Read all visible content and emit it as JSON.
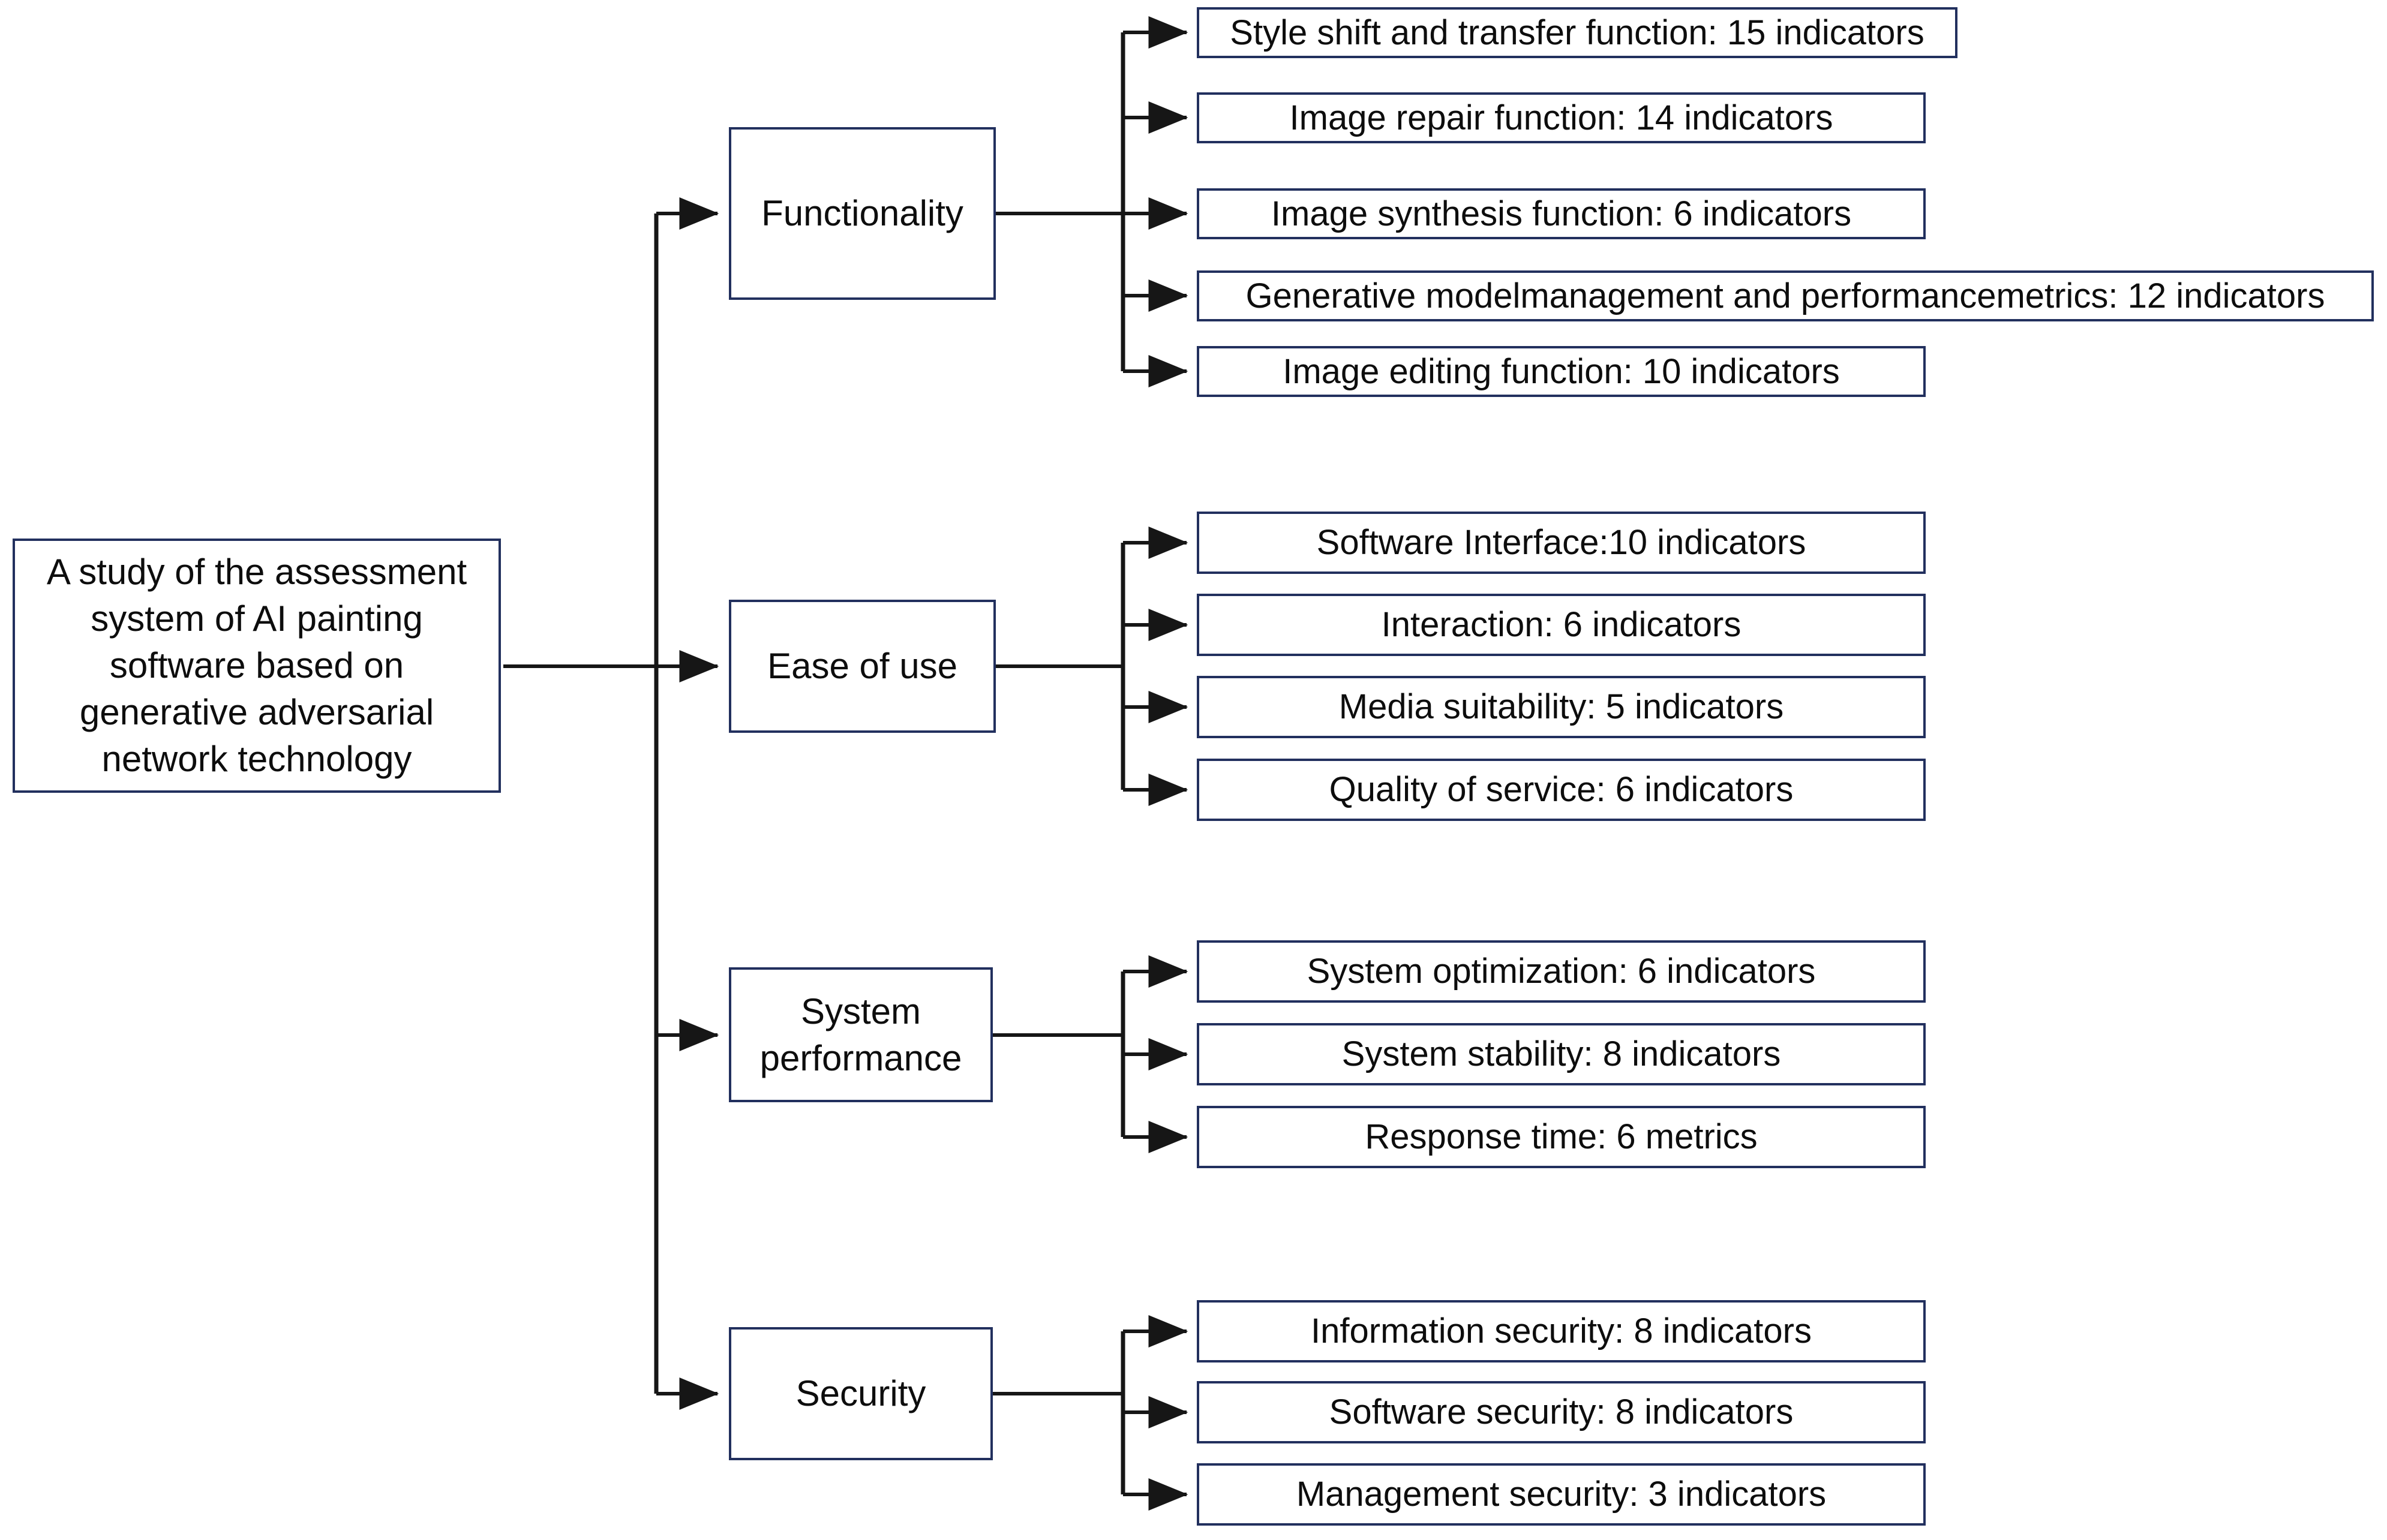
{
  "diagram": {
    "type": "hierarchy-tree",
    "orientation": "left-to-right",
    "colors": {
      "box_border": "#22305e",
      "connector": "#161616",
      "text": "#0d0d0d",
      "background": "#ffffff"
    },
    "root": {
      "label": "A study of the assessment system of AI painting software based on generative adversarial network technology"
    },
    "branches": [
      {
        "label": "Functionality",
        "children": [
          {
            "label": "Style shift and transfer function: 15 indicators"
          },
          {
            "label": "Image repair function: 14 indicators"
          },
          {
            "label": "Image synthesis function: 6 indicators"
          },
          {
            "label": "Generative modelmanagement and performancemetrics: 12 indicators"
          },
          {
            "label": "Image editing function: 10 indicators"
          }
        ]
      },
      {
        "label": "Ease of use",
        "children": [
          {
            "label": "Software Interface:10 indicators"
          },
          {
            "label": "Interaction: 6 indicators"
          },
          {
            "label": "Media suitability: 5 indicators"
          },
          {
            "label": "Quality of service: 6 indicators"
          }
        ]
      },
      {
        "label": "System performance",
        "children": [
          {
            "label": "System optimization: 6 indicators"
          },
          {
            "label": "System stability: 8 indicators"
          },
          {
            "label": "Response time: 6 metrics"
          }
        ]
      },
      {
        "label": "Security",
        "children": [
          {
            "label": "Information security: 8 indicators"
          },
          {
            "label": "Software security: 8 indicators"
          },
          {
            "label": "Management security: 3 indicators"
          }
        ]
      }
    ]
  }
}
